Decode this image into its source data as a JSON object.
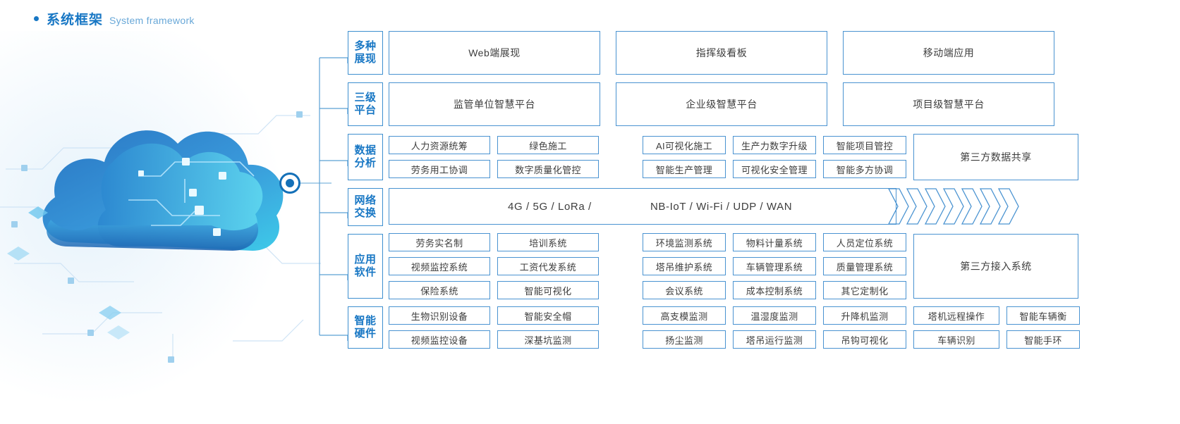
{
  "header": {
    "title_cn": "系统框架",
    "title_en": "System framework",
    "accent": "#1877c4"
  },
  "artwork": {
    "name": "cloud-network-illustration",
    "node_icon": "connection-node-icon"
  },
  "rows": [
    {
      "label": "多种展现",
      "label_line1": "多种",
      "label_line2": "展现",
      "type": "big",
      "cells": [
        "Web端展现",
        "指挥级看板",
        "移动端应用"
      ]
    },
    {
      "label": "三级平台",
      "label_line1": "三级",
      "label_line2": "平台",
      "type": "big",
      "cells": [
        "监管单位智慧平台",
        "企业级智慧平台",
        "项目级智慧平台"
      ]
    },
    {
      "label": "数据分析",
      "label_line1": "数据",
      "label_line2": "分析",
      "type": "chips",
      "left_group": [
        [
          "人力资源统筹",
          "绿色施工"
        ],
        [
          "劳务用工协调",
          "数字质量化管控"
        ]
      ],
      "mid_group": [
        [
          "AI可视化施工",
          "生产力数字升级",
          "智能项目管控"
        ],
        [
          "智能生产管理",
          "可视化安全管理",
          "智能多方协调"
        ]
      ],
      "pillar": "第三方数据共享"
    },
    {
      "label": "网络交换",
      "label_line1": "网络",
      "label_line2": "交换",
      "type": "network",
      "text1": "4G / 5G / LoRa /",
      "text2": "NB-IoT / Wi-Fi / UDP / WAN",
      "chevron_count": 7
    },
    {
      "label": "应用软件",
      "label_line1": "应用",
      "label_line2": "软件",
      "type": "chips",
      "left_group": [
        [
          "劳务实名制",
          "培训系统"
        ],
        [
          "视频监控系统",
          "工资代发系统"
        ],
        [
          "保险系统",
          "智能可视化"
        ]
      ],
      "mid_group": [
        [
          "环境监测系统",
          "物料计量系统",
          "人员定位系统"
        ],
        [
          "塔吊维护系统",
          "车辆管理系统",
          "质量管理系统"
        ],
        [
          "会议系统",
          "成本控制系统",
          "其它定制化"
        ]
      ],
      "pillar": "第三方接入系统"
    },
    {
      "label": "智能硬件",
      "label_line1": "智能",
      "label_line2": "硬件",
      "type": "hardware",
      "left_group": [
        [
          "生物识别设备",
          "智能安全帽"
        ],
        [
          "视频监控设备",
          "深基坑监测"
        ]
      ],
      "mid_group": [
        [
          "高支模监测",
          "温湿度监测",
          "升降机监测"
        ],
        [
          "扬尘监测",
          "塔吊运行监测",
          "吊钩可视化"
        ]
      ],
      "right_group": [
        [
          "塔机远程操作",
          "智能车辆衡"
        ],
        [
          "车辆识别",
          "智能手环"
        ]
      ]
    }
  ]
}
